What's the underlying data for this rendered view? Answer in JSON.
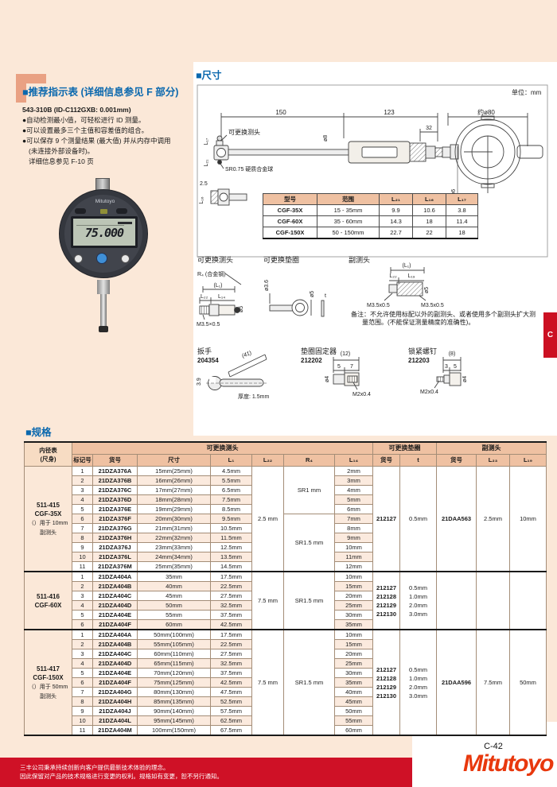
{
  "page": {
    "bg": "#fbe8d8",
    "accent_blue": "#0a68ae",
    "salmon_header": "#efc1a2",
    "footer_red": "#cf1126",
    "logo_color": "#e8380d"
  },
  "side_tab": "C",
  "recommend": {
    "title": "■推荐指示表 (详细信息参见 F 部分)",
    "model": "543-310B (ID-C112GXB: 0.001mm)",
    "bullet1": "●自动检测最小值，可轻松进行 ID 测量。",
    "bullet2": "●可以设置最多三个主值和容差值的组合。",
    "bullet3": "●可以保存 9 个测量结果 (最大值) 并从内存中调用",
    "bullet4": "(未连接外部设备时)。",
    "bullet5": "详细信息参见 F-10 页",
    "indicator": {
      "brand": "Mitutoyo",
      "display": "75.000"
    }
  },
  "dims": {
    "title": "■尺寸",
    "unit": "单位：mm",
    "d150": "150",
    "d123": "123",
    "d80": "约ø80",
    "d32": "32",
    "d25": "2.5",
    "head_label": "可更换测头",
    "ball_label": "SR0.75 硬质合金球",
    "L17": "L₁₇",
    "L21": "L₂₁",
    "L16": "L₁₆",
    "phi8": "ø8",
    "phi6": "ø6",
    "table": {
      "headers": [
        "型号",
        "范围",
        "L₂₁",
        "L₁₆",
        "L₁₇"
      ],
      "rows": [
        [
          "CGF-35X",
          "15 - 35mm",
          "9.9",
          "10.6",
          "3.8"
        ],
        [
          "CGF-60X",
          "35 - 60mm",
          "14.3",
          "18",
          "11.4"
        ],
        [
          "CGF-150X",
          "50 - 150mm",
          "22.7",
          "22",
          "18"
        ]
      ]
    }
  },
  "parts": {
    "head": {
      "title": "可更换测头",
      "r4": "R₄ (合金钢)",
      "l1": "(L₁)",
      "l22": "L₂₂",
      "l14": "L₁₄",
      "phi5": "ø5",
      "thread": "M3.5×0.5"
    },
    "washer": {
      "title": "可更换垫圈",
      "phi36": "ø3.6",
      "phi5": "ø5",
      "t": "t"
    },
    "subhead": {
      "title": "副测头",
      "l1": "(L₁)",
      "l22": "L₂₂",
      "l19": "L₁₉",
      "phi5": "ø5",
      "thread1": "M3.5x0.5",
      "thread2": "M3.5x0.5"
    },
    "note1": "备注：不允许使用标配以外的副测头、或者使用多个副测头扩大测",
    "note2": "量范围。(不能保证测量精度的准确性)。"
  },
  "accessories": {
    "wrench": {
      "name": "扳手",
      "code": "204354",
      "d41": "(41)",
      "d39": "3.9",
      "thickness": "厚度: 1.5mm"
    },
    "holder": {
      "name": "垫圈固定器",
      "code": "212202",
      "d12": "(12)",
      "d5": "5",
      "d7": "7",
      "phi4": "ø4",
      "thread": "M2x0.4"
    },
    "screw": {
      "name": "锁紧螺钉",
      "code": "212203",
      "d8": "(8)",
      "d3": "3",
      "d5": "5",
      "phi4": "ø4",
      "thread": "M2x0.4"
    }
  },
  "specs": {
    "title": "■规格",
    "header": {
      "gauge": [
        "内径表",
        "(尺身)"
      ],
      "group_head": "可更换测头",
      "group_washer": "可更换垫圈",
      "group_subhead": "副测头",
      "cols": [
        "标记号",
        "货号",
        "尺寸",
        "L₁",
        "L₂₂",
        "R₄",
        "L₁₄",
        "货号",
        "t",
        "货号",
        "L₂₃",
        "L₁₉"
      ]
    },
    "blocks": [
      {
        "model_bold": [
          "511-415",
          "CGF-35X"
        ],
        "model_note": [
          "（）用于 10mm",
          "副测头"
        ],
        "L22": "2.5 mm",
        "r4": [
          {
            "label": "SR1 mm",
            "rows": 5
          },
          {
            "label": "SR1.5 mm",
            "rows": 6
          }
        ],
        "washer_codes": [
          "212127"
        ],
        "washer_t": [
          "0.5mm"
        ],
        "subhead": {
          "code": "21DAA563",
          "L23": "2.5mm",
          "L19": "10mm"
        },
        "rows": [
          [
            "1",
            "21DZA376A",
            "15mm(25mm)",
            "4.5mm",
            "2mm"
          ],
          [
            "2",
            "21DZA376B",
            "16mm(26mm)",
            "5.5mm",
            "3mm"
          ],
          [
            "3",
            "21DZA376C",
            "17mm(27mm)",
            "6.5mm",
            "4mm"
          ],
          [
            "4",
            "21DZA376D",
            "18mm(28mm)",
            "7.5mm",
            "5mm"
          ],
          [
            "5",
            "21DZA376E",
            "19mm(29mm)",
            "8.5mm",
            "6mm"
          ],
          [
            "6",
            "21DZA376F",
            "20mm(30mm)",
            "9.5mm",
            "7mm"
          ],
          [
            "7",
            "21DZA376G",
            "21mm(31mm)",
            "10.5mm",
            "8mm"
          ],
          [
            "8",
            "21DZA376H",
            "22mm(32mm)",
            "11.5mm",
            "9mm"
          ],
          [
            "9",
            "21DZA376J",
            "23mm(33mm)",
            "12.5mm",
            "10mm"
          ],
          [
            "10",
            "21DZA376L",
            "24mm(34mm)",
            "13.5mm",
            "11mm"
          ],
          [
            "11",
            "21DZA376M",
            "25mm(35mm)",
            "14.5mm",
            "12mm"
          ]
        ]
      },
      {
        "model_bold": [
          "511-416",
          "CGF-60X"
        ],
        "model_note": [],
        "L22": "7.5 mm",
        "r4": [
          {
            "label": "SR1.5 mm",
            "rows": 6
          }
        ],
        "washer_codes": [
          "212127",
          "212128",
          "212129",
          "212130"
        ],
        "washer_t": [
          "0.5mm",
          "1.0mm",
          "2.0mm",
          "3.0mm"
        ],
        "subhead": null,
        "rows": [
          [
            "1",
            "21DZA404A",
            "35mm",
            "17.5mm",
            "10mm"
          ],
          [
            "2",
            "21DZA404B",
            "40mm",
            "22.5mm",
            "15mm"
          ],
          [
            "3",
            "21DZA404C",
            "45mm",
            "27.5mm",
            "20mm"
          ],
          [
            "4",
            "21DZA404D",
            "50mm",
            "32.5mm",
            "25mm"
          ],
          [
            "5",
            "21DZA404E",
            "55mm",
            "37.5mm",
            "30mm"
          ],
          [
            "6",
            "21DZA404F",
            "60mm",
            "42.5mm",
            "35mm"
          ]
        ]
      },
      {
        "model_bold": [
          "511-417",
          "CGF-150X"
        ],
        "model_note": [
          "（）用于 50mm",
          "副测头"
        ],
        "L22": "7.5 mm",
        "r4": [
          {
            "label": "SR1.5 mm",
            "rows": 11
          }
        ],
        "washer_codes": [
          "212127",
          "212128",
          "212129",
          "212130"
        ],
        "washer_t": [
          "0.5mm",
          "1.0mm",
          "2.0mm",
          "3.0mm"
        ],
        "subhead": {
          "code": "21DAA596",
          "L23": "7.5mm",
          "L19": "50mm"
        },
        "rows": [
          [
            "1",
            "21DZA404A",
            "50mm(100mm)",
            "17.5mm",
            "10mm"
          ],
          [
            "2",
            "21DZA404B",
            "55mm(105mm)",
            "22.5mm",
            "15mm"
          ],
          [
            "3",
            "21DZA404C",
            "60mm(110mm)",
            "27.5mm",
            "20mm"
          ],
          [
            "4",
            "21DZA404D",
            "65mm(115mm)",
            "32.5mm",
            "25mm"
          ],
          [
            "5",
            "21DZA404E",
            "70mm(120mm)",
            "37.5mm",
            "30mm"
          ],
          [
            "6",
            "21DZA404F",
            "75mm(125mm)",
            "42.5mm",
            "35mm"
          ],
          [
            "7",
            "21DZA404G",
            "80mm(130mm)",
            "47.5mm",
            "40mm"
          ],
          [
            "8",
            "21DZA404H",
            "85mm(135mm)",
            "52.5mm",
            "45mm"
          ],
          [
            "9",
            "21DZA404J",
            "90mm(140mm)",
            "57.5mm",
            "50mm"
          ],
          [
            "10",
            "21DZA404L",
            "95mm(145mm)",
            "62.5mm",
            "55mm"
          ],
          [
            "11",
            "21DZA404M",
            "100mm(150mm)",
            "67.5mm",
            "60mm"
          ]
        ]
      }
    ]
  },
  "footer": {
    "line1": "三丰公司秉承持续创新向客户提供最新技术体验的理念。",
    "line2": "因此保留对产品的技术规格进行变更的权利。规格如有变更，恕不另行通知。",
    "page_number": "C-42",
    "logo": "Mitutoyo"
  }
}
